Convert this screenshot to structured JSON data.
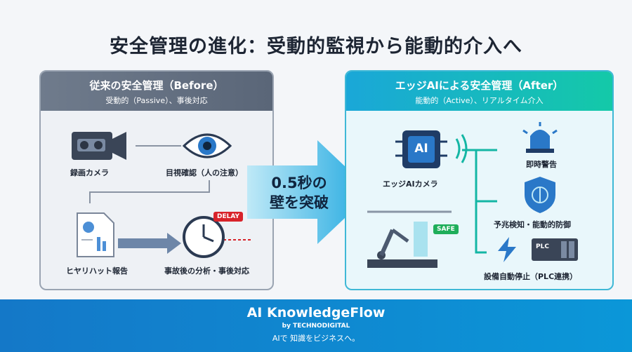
{
  "title": "安全管理の進化：受動的監視から能動的介入へ",
  "before": {
    "heading": "従来の安全管理（Before）",
    "sub": "受動的（Passive）、事後対応",
    "items": {
      "camera": "録画カメラ",
      "eye": "目視確認（人の注意）",
      "report": "ヒヤリハット報告",
      "clock": "事故後の分析・事後対応",
      "delay": "DELAY"
    }
  },
  "arrow": {
    "line1": "0.5秒の",
    "line2": "壁を突破"
  },
  "after": {
    "heading": "エッジAIによる安全管理（After）",
    "sub": "能動的（Active）、リアルタイム介入",
    "chip": "AI",
    "items": {
      "camera": "エッジAIカメラ",
      "alarm": "即時警告",
      "predict": "予兆検知・能動的防御",
      "stop": "設備自動停止（PLC連携）",
      "safe": "SAFE",
      "plc": "PLC"
    }
  },
  "footer": {
    "brand": "AI KnowledgeFlow",
    "by": "by TECHNODIGITAL",
    "tagline": "AIで 知識をビジネスへ。"
  }
}
